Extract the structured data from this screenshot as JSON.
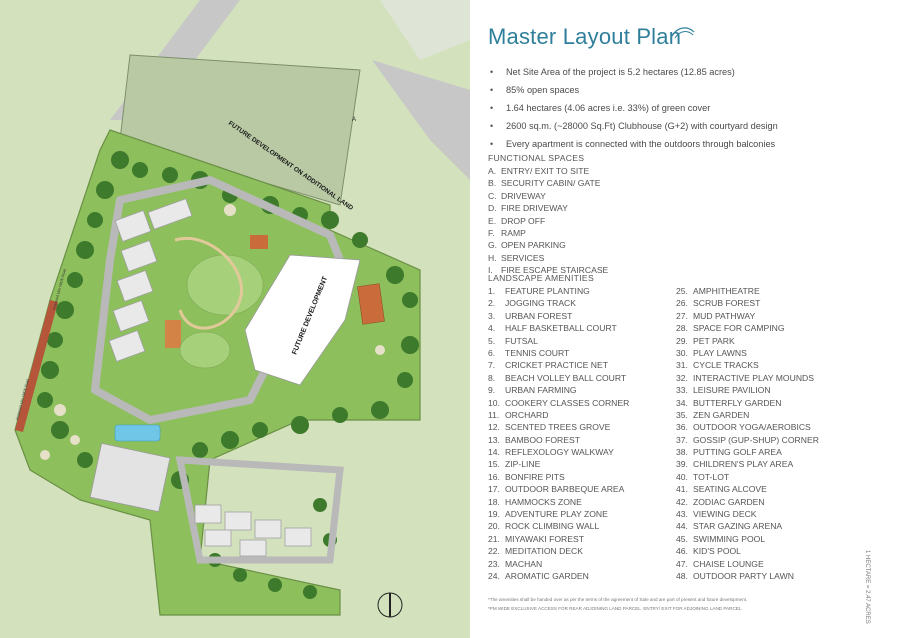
{
  "header": {
    "title": "Master Layout Plan"
  },
  "highlights": [
    "Net Site Area of the project is 5.2 hectares (12.85 acres)",
    "85% open spaces",
    "1.64 hectares (4.06 acres i.e. 33%) of green cover",
    "2600 sq.m. (~28000 Sq.Ft) Clubhouse (G+2) with courtyard design",
    "Every apartment is connected with the outdoors through balconies"
  ],
  "functional_spaces": {
    "heading": "FUNCTIONAL SPACES",
    "items": [
      {
        "letter": "A.",
        "label": "ENTRY/ EXIT TO SITE"
      },
      {
        "letter": "B.",
        "label": "SECURITY CABIN/ GATE"
      },
      {
        "letter": "C.",
        "label": "DRIVEWAY"
      },
      {
        "letter": "D.",
        "label": "FIRE DRIVEWAY"
      },
      {
        "letter": "E.",
        "label": "DROP OFF"
      },
      {
        "letter": "F.",
        "label": "RAMP"
      },
      {
        "letter": "G.",
        "label": "OPEN PARKING"
      },
      {
        "letter": "H.",
        "label": "SERVICES"
      },
      {
        "letter": "I.",
        "label": "FIRE ESCAPE STAIRCASE"
      }
    ]
  },
  "landscape_amenities": {
    "heading": "LANDSCAPE AMENITIES",
    "left": [
      {
        "num": "1.",
        "label": "FEATURE PLANTING"
      },
      {
        "num": "2.",
        "label": "JOGGING TRACK"
      },
      {
        "num": "3.",
        "label": "URBAN FOREST"
      },
      {
        "num": "4.",
        "label": "HALF BASKETBALL COURT"
      },
      {
        "num": "5.",
        "label": "FUTSAL"
      },
      {
        "num": "6.",
        "label": "TENNIS COURT"
      },
      {
        "num": "7.",
        "label": "CRICKET PRACTICE NET"
      },
      {
        "num": "8.",
        "label": "BEACH VOLLEY BALL COURT"
      },
      {
        "num": "9.",
        "label": "URBAN FARMING"
      },
      {
        "num": "10.",
        "label": "COOKERY CLASSES CORNER"
      },
      {
        "num": "11.",
        "label": "ORCHARD"
      },
      {
        "num": "12.",
        "label": "SCENTED TREES GROVE"
      },
      {
        "num": "13.",
        "label": "BAMBOO FOREST"
      },
      {
        "num": "14.",
        "label": "REFLEXOLOGY WALKWAY"
      },
      {
        "num": "15.",
        "label": "ZIP-LINE"
      },
      {
        "num": "16.",
        "label": "BONFIRE PITS"
      },
      {
        "num": "17.",
        "label": "OUTDOOR BARBEQUE AREA"
      },
      {
        "num": "18.",
        "label": "HAMMOCKS ZONE"
      },
      {
        "num": "19.",
        "label": "ADVENTURE PLAY ZONE"
      },
      {
        "num": "20.",
        "label": "ROCK CLIMBING WALL"
      },
      {
        "num": "21.",
        "label": "MIYAWAKI FOREST"
      },
      {
        "num": "22.",
        "label": "MEDITATION DECK"
      },
      {
        "num": "23.",
        "label": "MACHAN"
      },
      {
        "num": "24.",
        "label": "AROMATIC GARDEN"
      }
    ],
    "right": [
      {
        "num": "25.",
        "label": "AMPHITHEATRE"
      },
      {
        "num": "26.",
        "label": "SCRUB FOREST"
      },
      {
        "num": "27.",
        "label": "MUD PATHWAY"
      },
      {
        "num": "28.",
        "label": "SPACE FOR CAMPING"
      },
      {
        "num": "29.",
        "label": "PET PARK"
      },
      {
        "num": "30.",
        "label": "PLAY LAWNS"
      },
      {
        "num": "31.",
        "label": "CYCLE TRACKS"
      },
      {
        "num": "32.",
        "label": "INTERACTIVE PLAY MOUNDS"
      },
      {
        "num": "33.",
        "label": "LEISURE PAVILION"
      },
      {
        "num": "34.",
        "label": "BUTTERFLY GARDEN"
      },
      {
        "num": "35.",
        "label": "ZEN GARDEN"
      },
      {
        "num": "36.",
        "label": "OUTDOOR YOGA/AEROBICS"
      },
      {
        "num": "37.",
        "label": "GOSSIP (GUP-SHUP) CORNER"
      },
      {
        "num": "38.",
        "label": "PUTTING GOLF AREA"
      },
      {
        "num": "39.",
        "label": "CHILDREN'S PLAY AREA"
      },
      {
        "num": "40.",
        "label": "TOT-LOT"
      },
      {
        "num": "41.",
        "label": "SEATING ALCOVE"
      },
      {
        "num": "42.",
        "label": "ZODIAC GARDEN"
      },
      {
        "num": "43.",
        "label": "VIEWING DECK"
      },
      {
        "num": "44.",
        "label": "STAR GAZING ARENA"
      },
      {
        "num": "45.",
        "label": "SWIMMING POOL"
      },
      {
        "num": "46.",
        "label": "KID'S POOL"
      },
      {
        "num": "47.",
        "label": "CHAISE LOUNGE"
      },
      {
        "num": "48.",
        "label": "OUTDOOR PARTY LAWN"
      }
    ]
  },
  "footnotes": [
    "*The amenities shall be handed over as per the terms of the agreement of Sale and are part of present and future development.",
    "*PM WIDE EXCLUSIVE ACCESS FOR REAR ADJOINING LAND PARCEL. ENTRY/ EXIT FOR ADJOINING LAND PARCEL."
  ],
  "scale_note": "1 HECTARE = 2.47 ACRES",
  "map": {
    "labels": {
      "future_top": "FUTURE DEVELOPMENT ON ADDITIONAL LAND",
      "future_mid": "FUTURE DEVELOPMENT",
      "road_label": "Proposed 18m WIDE Road",
      "road_label_2": "Proposed 18m WIDE Road",
      "gate": "A"
    }
  },
  "colors": {
    "title": "#2f7f9a",
    "map_bg": "#d9e7c4",
    "lawn": "#8cbf5a",
    "trees": "#3f7a2e",
    "road": "#b9b9b9",
    "building": "#e8e8e8",
    "court": "#c96b3a",
    "pool": "#6fc6e6"
  }
}
